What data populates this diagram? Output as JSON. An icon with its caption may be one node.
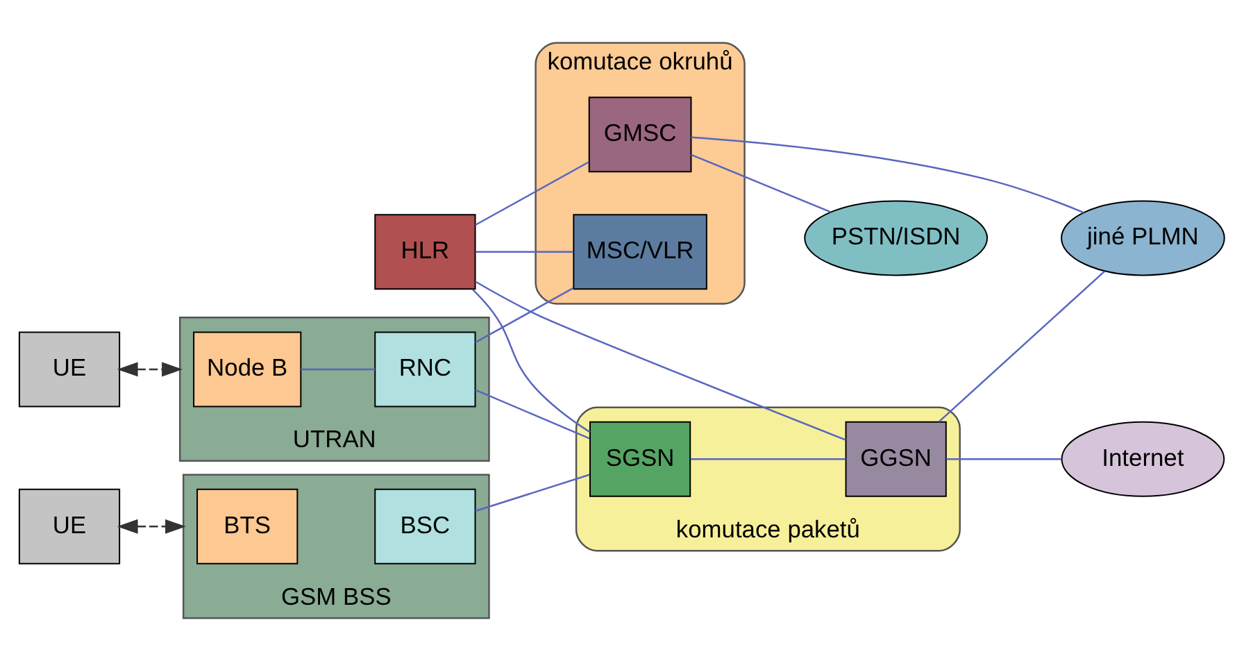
{
  "diagram": {
    "nodes": [
      {
        "text": [
          "HLR"
        ]
      },
      {
        "text": [
          "komutace okruhů"
        ]
      },
      {
        "text": [
          "MSC/VLR"
        ],
        "in": 1
      },
      {
        "text": [
          "GMSC"
        ],
        "in": 1
      },
      {
        "text": [
          "PSTN/ISDN"
        ]
      },
      {
        "text": [
          "UE"
        ]
      },
      {
        "text": [
          "GSM BSS"
        ]
      },
      {
        "text": [
          "BTS"
        ],
        "in": 6
      },
      {
        "text": [
          "BSC"
        ],
        "in": 6
      },
      {
        "text": [
          "jiné PLMN"
        ]
      },
      {
        "text": [
          "UE"
        ]
      },
      {
        "text": [
          "UTRAN"
        ]
      },
      {
        "text": [
          "Node B"
        ],
        "in": 11
      },
      {
        "text": [
          "RNC"
        ],
        "in": 11
      },
      {
        "text": [
          "komutace paketů"
        ]
      },
      {
        "text": [
          "SGSN"
        ],
        "in": 14
      },
      {
        "text": [
          "GGSN"
        ],
        "in": 14
      },
      {
        "text": [
          "Internet"
        ]
      }
    ],
    "edges": [
      {
        "from": 5,
        "to": 6,
        "arrow": "both",
        "style": "dashed",
        "color": "#333333"
      },
      {
        "from": 10,
        "to": 11,
        "arrow": "both",
        "style": "dashed",
        "color": "#333333"
      },
      {
        "from": 12,
        "to": 13,
        "arrow": "none"
      },
      {
        "from": 8,
        "to": 15,
        "arrow": "none"
      },
      {
        "from": 13,
        "to": 2,
        "arrow": "none"
      },
      {
        "from": 13,
        "to": 15,
        "arrow": "none"
      },
      {
        "from": 0,
        "to": 2,
        "arrow": "none"
      },
      {
        "from": 0,
        "to": 3,
        "arrow": "none"
      },
      {
        "from": 0,
        "to": 15,
        "arrow": "none"
      },
      {
        "from": 0,
        "to": 16,
        "arrow": "none"
      },
      {
        "from": 15,
        "to": 16,
        "arrow": "none"
      },
      {
        "from": 3,
        "to": 4,
        "arrow": "none"
      },
      {
        "from": 3,
        "to": 9,
        "arrow": "none"
      },
      {
        "from": 16,
        "to": 9,
        "arrow": "none"
      },
      {
        "from": 16,
        "to": 17,
        "arrow": "none"
      }
    ]
  }
}
